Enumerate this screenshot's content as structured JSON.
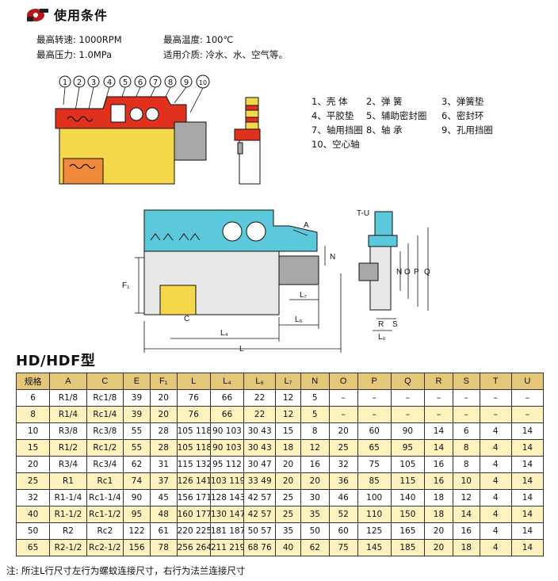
{
  "header": {
    "title": "使用条件",
    "conditions": [
      {
        "label": "最高转速:",
        "value": "1000RPM"
      },
      {
        "label": "最高温度:",
        "value": "100℃"
      },
      {
        "label": "最高压力:",
        "value": "1.0MPa"
      },
      {
        "label": "适用介质:",
        "value": "冷水、水、空气等。"
      }
    ]
  },
  "diagram": {
    "part_numbers": [
      "1",
      "2",
      "3",
      "4",
      "5",
      "6",
      "7",
      "8",
      "9",
      "10"
    ],
    "legend": [
      "1、壳 体",
      "2、弹 簧",
      "3、弹簧垫",
      "4、平胶垫",
      "5、辅助密封圈",
      "6、密封环",
      "7、轴用挡圈",
      "8、轴 承",
      "9、孔用挡圈",
      "10、空心轴"
    ],
    "dims": {
      "A": "A",
      "C": "C",
      "F1": "F₁",
      "L": "L",
      "L4": "L₄",
      "L6": "L₆",
      "L7": "L₇",
      "N": "N",
      "O": "O",
      "P": "P",
      "Q": "Q",
      "R": "R",
      "S": "S",
      "TU": "T-U"
    }
  },
  "model": "HD/HDF型",
  "table": {
    "headers": [
      "规格",
      "A",
      "C",
      "E",
      "F₁",
      "L",
      "L₄",
      "L₆",
      "L₇",
      "N",
      "O",
      "P",
      "Q",
      "R",
      "S",
      "T",
      "U"
    ],
    "rows": [
      [
        "6",
        "R1/8",
        "Rc1/8",
        "39",
        "20",
        "76",
        "66",
        "22",
        "12",
        "5",
        "–",
        "–",
        "–",
        "–",
        "–",
        "–",
        "–"
      ],
      [
        "8",
        "R1/4",
        "Rc1/4",
        "39",
        "20",
        "76",
        "66",
        "22",
        "12",
        "5",
        "–",
        "–",
        "–",
        "–",
        "–",
        "–",
        "–"
      ],
      [
        "10",
        "R3/8",
        "Rc3/8",
        "55",
        "28",
        "105 118",
        "90 103",
        "30 43",
        "15",
        "8",
        "20",
        "60",
        "90",
        "14",
        "6",
        "4",
        "14"
      ],
      [
        "15",
        "R1/2",
        "Rc1/2",
        "55",
        "28",
        "105 118",
        "90 103",
        "30 43",
        "18",
        "12",
        "25",
        "65",
        "95",
        "14",
        "8",
        "4",
        "14"
      ],
      [
        "20",
        "R3/4",
        "Rc3/4",
        "62",
        "31",
        "115 132",
        "95 112",
        "30 47",
        "20",
        "16",
        "32",
        "75",
        "105",
        "16",
        "8",
        "4",
        "14"
      ],
      [
        "25",
        "R1",
        "Rc1",
        "74",
        "37",
        "126 141",
        "103 119",
        "33 49",
        "20",
        "20",
        "36",
        "85",
        "115",
        "16",
        "10",
        "4",
        "14"
      ],
      [
        "32",
        "R1-1/4",
        "Rc1-1/4",
        "90",
        "45",
        "156 171",
        "128 143",
        "42 57",
        "25",
        "30",
        "46",
        "100",
        "140",
        "18",
        "12",
        "4",
        "14"
      ],
      [
        "40",
        "R1-1/2",
        "Rc1-1/2",
        "95",
        "48",
        "160 177",
        "130 147",
        "42 57",
        "25",
        "35",
        "52",
        "110",
        "150",
        "18",
        "14",
        "4",
        "14"
      ],
      [
        "50",
        "R2",
        "Rc2",
        "122",
        "61",
        "220 225",
        "181 187",
        "50 57",
        "35",
        "50",
        "60",
        "125",
        "165",
        "20",
        "16",
        "4",
        "14"
      ],
      [
        "65",
        "R2-1/2",
        "Rc2-1/2",
        "156",
        "78",
        "256 264",
        "211 219",
        "68 76",
        "40",
        "62",
        "75",
        "145",
        "185",
        "20",
        "18",
        "4",
        "14"
      ]
    ]
  },
  "note": "注: 所注L行尺寸左行为螺蚊连接尺寸，右行为法兰连接尺寸",
  "colors": {
    "red": "#e0301e",
    "yellow": "#f4d84a",
    "cyan": "#5cc8dc",
    "gray": "#a8a8a8",
    "header_bg": "#e5c77a",
    "row_alt": "#fdf1bd"
  }
}
